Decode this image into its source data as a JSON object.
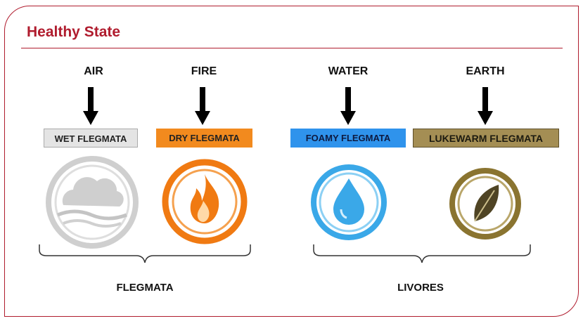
{
  "title": "Healthy State",
  "elements": [
    {
      "label": "AIR",
      "tag": "WET FLEGMATA",
      "emblem": "air-cloud-icon",
      "color": "#c8c8c8"
    },
    {
      "label": "FIRE",
      "tag": "DRY FLEGMATA",
      "emblem": "fire-flame-icon",
      "color": "#f07a12"
    },
    {
      "label": "WATER",
      "tag": "FOAMY FLEGMATA",
      "emblem": "water-drop-icon",
      "color": "#3aa8e8"
    },
    {
      "label": "EARTH",
      "tag": "LUKEWARM FLEGMATA",
      "emblem": "earth-leaf-icon",
      "color": "#8a7430"
    }
  ],
  "groups": [
    "FLEGMATA",
    "LIVORES"
  ],
  "colors": {
    "accent": "#b01c2e"
  }
}
